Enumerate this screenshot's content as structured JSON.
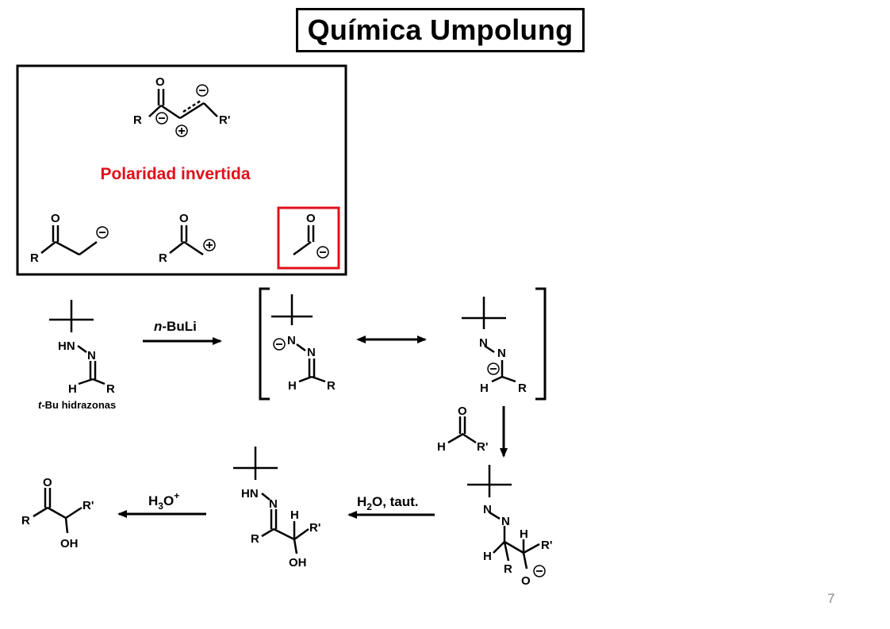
{
  "slide": {
    "title": "Química Umpolung",
    "page_number": "7"
  },
  "box": {
    "caption": "Polaridad invertida",
    "caption_color": "#e0101a",
    "highlight_color": "#e0101a",
    "top_structure": {
      "r_left": "R",
      "r_right": "R'",
      "oxygen": "O",
      "charge_minus": "−",
      "charge_plus": "+"
    },
    "bottom_structures": [
      {
        "oxygen": "O",
        "r": "R",
        "charge": "−"
      },
      {
        "oxygen": "O",
        "r": "R",
        "charge": "+"
      },
      {
        "oxygen": "O",
        "charge": "−"
      }
    ]
  },
  "scheme": {
    "hydrazone": {
      "nh": "HN",
      "n": "N",
      "h": "H",
      "r": "R",
      "caption_italic": "t",
      "caption_rest": "-Bu hidrazonas"
    },
    "reagent1": {
      "italic": "n",
      "rest": "-BuLi"
    },
    "anion_a": {
      "charge": "−",
      "n1": "N",
      "n2": "N",
      "h": "H",
      "r": "R"
    },
    "anion_b": {
      "n1": "N",
      "n2": "N",
      "charge": "−",
      "h": "H",
      "r": "R"
    },
    "aldehyde": {
      "o": "O",
      "h": "H",
      "r": "R'"
    },
    "alkoxide": {
      "n1": "N",
      "n2": "N",
      "h1": "H",
      "h2": "H",
      "r": "R",
      "r2": "R'",
      "o": "O",
      "charge": "−"
    },
    "reagent2": {
      "text": "H",
      "sub": "2",
      "rest": "O, taut."
    },
    "hydroxy_hydrazone": {
      "hn": "HN",
      "n": "N",
      "h": "H",
      "r": "R",
      "r2": "R'",
      "oh": "OH"
    },
    "reagent3": {
      "text": "H",
      "sub": "3",
      "rest": "O",
      "sup": "+"
    },
    "product": {
      "o": "O",
      "r": "R",
      "r2": "R'",
      "oh": "OH"
    }
  }
}
